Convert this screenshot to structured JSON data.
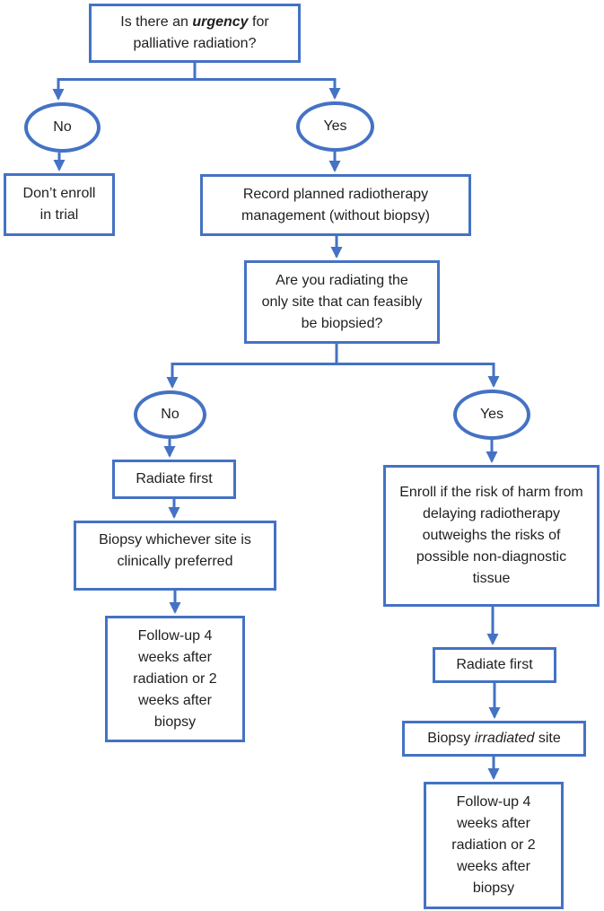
{
  "colors": {
    "accent_blue": "#4472C4",
    "text": "#1f1f1f",
    "background": "#ffffff"
  },
  "diagram": {
    "type": "flowchart",
    "nodes": {
      "urgency_question": {
        "prefix": "Is there an ",
        "emphasis": "urgency",
        "suffix": " for\npalliative radiation?"
      },
      "decision1_no": {
        "label": "No"
      },
      "decision1_yes": {
        "label": "Yes"
      },
      "dont_enroll": {
        "text": "Don’t enroll\nin trial"
      },
      "record_planned": {
        "text": "Record planned radiotherapy\nmanagement (without biopsy)"
      },
      "radiating_question": {
        "text": "Are you radiating the\nonly site that can feasibly\nbe biopsied?"
      },
      "decision2_no": {
        "label": "No"
      },
      "decision2_yes": {
        "label": "Yes"
      },
      "radiate_first_left": {
        "text": "Radiate first"
      },
      "biopsy_preferred": {
        "text": "Biopsy whichever site is\nclinically preferred"
      },
      "followup_left": {
        "text": "Follow-up 4\nweeks after\nradiation or 2\nweeks after\nbiopsy"
      },
      "enroll_risk": {
        "text": "Enroll if the risk of harm from\ndelaying radiotherapy\noutweighs the risks of\npossible non-diagnostic\ntissue"
      },
      "radiate_first_right": {
        "text": "Radiate first"
      },
      "biopsy_irradiated": {
        "prefix": "Biopsy ",
        "emphasis": "irradiated",
        "suffix": " site"
      },
      "followup_right": {
        "text": "Follow-up 4\nweeks after\nradiation or 2\nweeks after\nbiopsy"
      }
    }
  }
}
